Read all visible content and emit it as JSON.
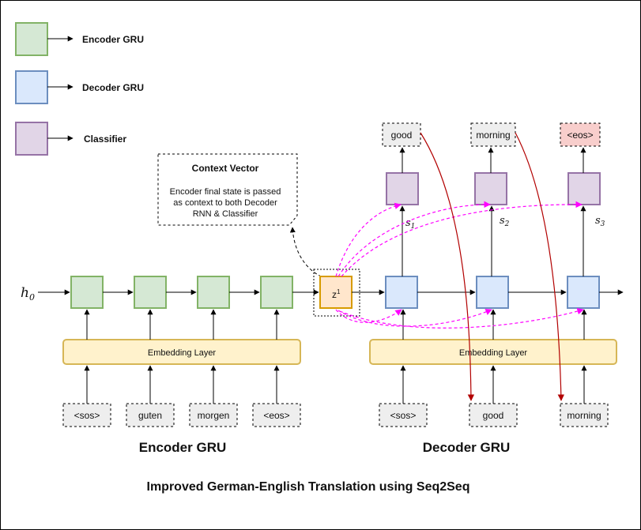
{
  "legend": {
    "encoder": "Encoder GRU",
    "decoder": "Decoder GRU",
    "classifier": "Classifier"
  },
  "context_note": {
    "title": "Context Vector",
    "lines": [
      "Encoder final state is passed",
      "as context to both Decoder",
      "RNN & Classifier"
    ]
  },
  "h0_base": "h",
  "h0_sub": "0",
  "context_node": {
    "base": "z",
    "sup": "1"
  },
  "embedding_label": "Embedding Layer",
  "encoder_inputs": [
    "<sos>",
    "guten",
    "morgen",
    "<eos>"
  ],
  "decoder_inputs": [
    "<sos>",
    "good",
    "morning"
  ],
  "decoder_outputs": [
    "good",
    "morning",
    "<eos>"
  ],
  "states": [
    {
      "base": "s",
      "sub": "1"
    },
    {
      "base": "s",
      "sub": "2"
    },
    {
      "base": "s",
      "sub": "3"
    }
  ],
  "section_labels": {
    "encoder": "Encoder GRU",
    "decoder": "Decoder GRU"
  },
  "caption": "Improved German-English Translation using Seq2Seq",
  "colors": {
    "encoder_fill": "#d5e8d4",
    "encoder_stroke": "#82b366",
    "decoder_fill": "#dae8fc",
    "decoder_stroke": "#6c8ebf",
    "classifier_fill": "#e1d5e7",
    "classifier_stroke": "#9673a6",
    "embedding_fill": "#fff2cc",
    "embedding_stroke": "#d6b656",
    "context_fill": "#ffe6cc",
    "context_stroke": "#d79b00",
    "token_fill": "#eeeeee",
    "eos_fill": "#f8cecc",
    "context_arrow": "#ff00ff",
    "feedback_arrow": "#b20000"
  }
}
